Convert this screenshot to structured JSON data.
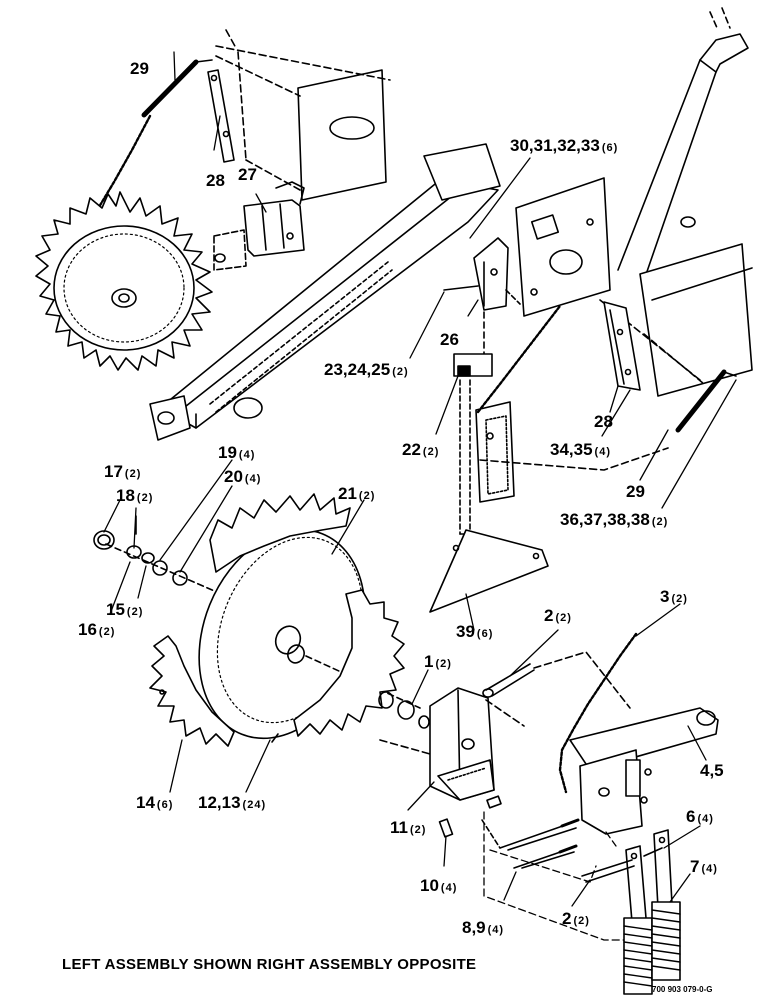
{
  "caption": "LEFT ASSEMBLY SHOWN RIGHT ASSEMBLY OPPOSITE",
  "figure_number": "700 903 079-0-G",
  "callouts": [
    {
      "id": "c29a",
      "number": "29",
      "qty": ""
    },
    {
      "id": "c28a",
      "number": "28",
      "qty": ""
    },
    {
      "id": "c27",
      "number": "27",
      "qty": ""
    },
    {
      "id": "c30",
      "number": "30,31,32,33",
      "qty": "(6)"
    },
    {
      "id": "c26",
      "number": "26",
      "qty": ""
    },
    {
      "id": "c23",
      "number": "23,24,25",
      "qty": "(2)"
    },
    {
      "id": "c22",
      "number": "22",
      "qty": "(2)"
    },
    {
      "id": "c28b",
      "number": "28",
      "qty": ""
    },
    {
      "id": "c34",
      "number": "34,35",
      "qty": "(4)"
    },
    {
      "id": "c29b",
      "number": "29",
      "qty": ""
    },
    {
      "id": "c36",
      "number": "36,37,38,38",
      "qty": "(2)"
    },
    {
      "id": "c19",
      "number": "19",
      "qty": "(4)"
    },
    {
      "id": "c20",
      "number": "20",
      "qty": "(4)"
    },
    {
      "id": "c17",
      "number": "17",
      "qty": "(2)"
    },
    {
      "id": "c18",
      "number": "18",
      "qty": "(2)"
    },
    {
      "id": "c21",
      "number": "21",
      "qty": "(2)"
    },
    {
      "id": "c15",
      "number": "15",
      "qty": "(2)"
    },
    {
      "id": "c16",
      "number": "16",
      "qty": "(2)"
    },
    {
      "id": "c39",
      "number": "39",
      "qty": "(6)"
    },
    {
      "id": "c2a",
      "number": "2",
      "qty": "(2)"
    },
    {
      "id": "c3",
      "number": "3",
      "qty": "(2)"
    },
    {
      "id": "c1",
      "number": "1",
      "qty": "(2)"
    },
    {
      "id": "c45",
      "number": "4,5",
      "qty": ""
    },
    {
      "id": "c14",
      "number": "14",
      "qty": "(6)"
    },
    {
      "id": "c12",
      "number": "12,13",
      "qty": "(24)"
    },
    {
      "id": "c11",
      "number": "11",
      "qty": "(2)"
    },
    {
      "id": "c6",
      "number": "6",
      "qty": "(4)"
    },
    {
      "id": "c7",
      "number": "7",
      "qty": "(4)"
    },
    {
      "id": "c10",
      "number": "10",
      "qty": "(4)"
    },
    {
      "id": "c89",
      "number": "8,9",
      "qty": "(4)"
    },
    {
      "id": "c2b",
      "number": "2",
      "qty": "(2)"
    }
  ]
}
